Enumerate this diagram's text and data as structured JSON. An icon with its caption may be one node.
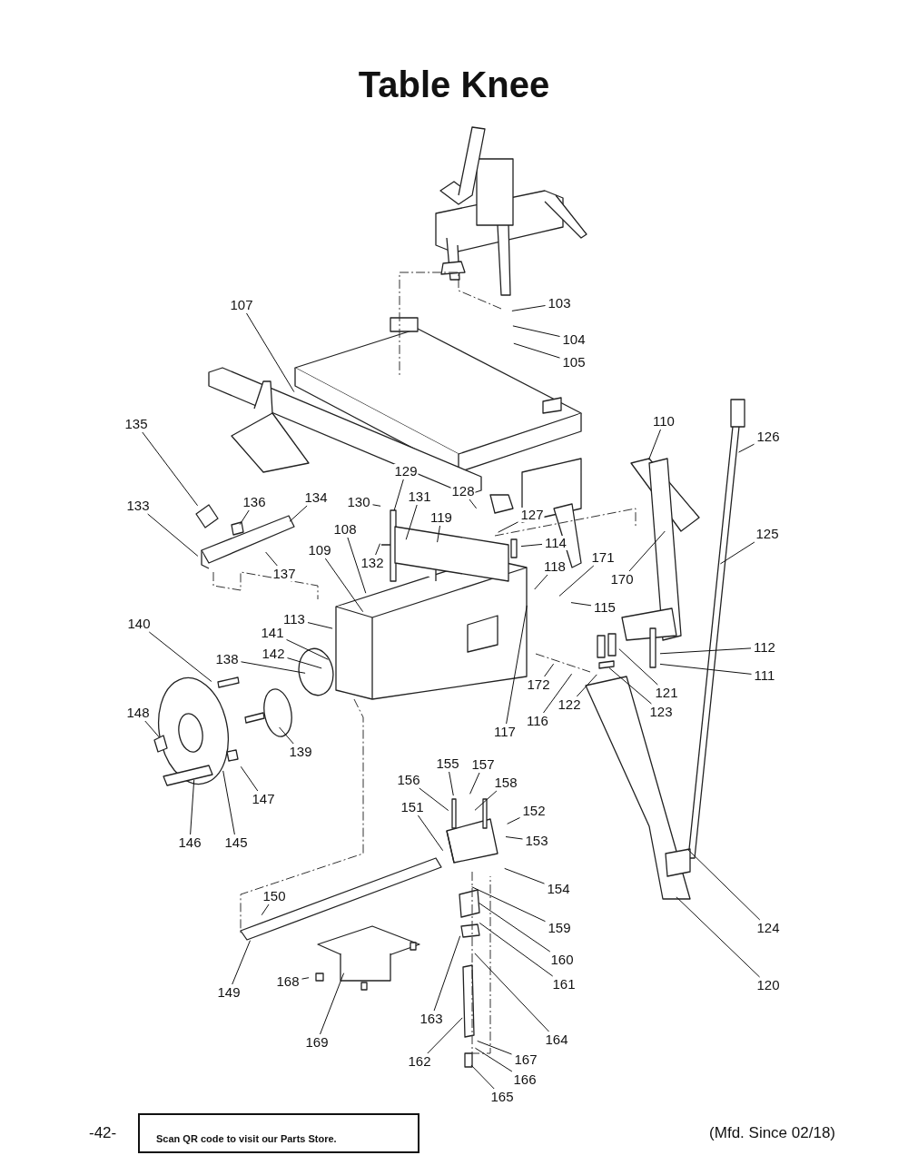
{
  "diagram": {
    "title": "Table Knee",
    "nodes": [
      {
        "text": [
          "103"
        ]
      },
      {
        "text": [
          "104"
        ]
      },
      {
        "text": [
          "105"
        ]
      },
      {
        "text": [
          "107"
        ]
      },
      {
        "text": [
          "135"
        ]
      },
      {
        "text": [
          "136"
        ]
      },
      {
        "text": [
          "134"
        ]
      },
      {
        "text": [
          "133"
        ]
      },
      {
        "text": [
          "137"
        ]
      },
      {
        "text": [
          "129"
        ]
      },
      {
        "text": [
          "130"
        ]
      },
      {
        "text": [
          "131"
        ]
      },
      {
        "text": [
          "128"
        ]
      },
      {
        "text": [
          "119"
        ]
      },
      {
        "text": [
          "127"
        ]
      },
      {
        "text": [
          "108"
        ]
      },
      {
        "text": [
          "132"
        ]
      },
      {
        "text": [
          "109"
        ]
      },
      {
        "text": [
          "114"
        ]
      },
      {
        "text": [
          "118"
        ]
      },
      {
        "text": [
          "171"
        ]
      },
      {
        "text": [
          "115"
        ]
      },
      {
        "text": [
          "170"
        ]
      },
      {
        "text": [
          "110"
        ]
      },
      {
        "text": [
          "126"
        ]
      },
      {
        "text": [
          "125"
        ]
      },
      {
        "text": [
          "113"
        ]
      },
      {
        "text": [
          "140"
        ]
      },
      {
        "text": [
          "141"
        ]
      },
      {
        "text": [
          "142"
        ]
      },
      {
        "text": [
          "138"
        ]
      },
      {
        "text": [
          "148"
        ]
      },
      {
        "text": [
          "139"
        ]
      },
      {
        "text": [
          "147"
        ]
      },
      {
        "text": [
          "146"
        ]
      },
      {
        "text": [
          "145"
        ]
      },
      {
        "text": [
          "112"
        ]
      },
      {
        "text": [
          "111"
        ]
      },
      {
        "text": [
          "121"
        ]
      },
      {
        "text": [
          "123"
        ]
      },
      {
        "text": [
          "122"
        ]
      },
      {
        "text": [
          "172"
        ]
      },
      {
        "text": [
          "116"
        ]
      },
      {
        "text": [
          "117"
        ]
      },
      {
        "text": [
          "155"
        ]
      },
      {
        "text": [
          "157"
        ]
      },
      {
        "text": [
          "156"
        ]
      },
      {
        "text": [
          "158"
        ]
      },
      {
        "text": [
          "151"
        ]
      },
      {
        "text": [
          "152"
        ]
      },
      {
        "text": [
          "153"
        ]
      },
      {
        "text": [
          "154"
        ]
      },
      {
        "text": [
          "159"
        ]
      },
      {
        "text": [
          "150"
        ]
      },
      {
        "text": [
          "160"
        ]
      },
      {
        "text": [
          "161"
        ]
      },
      {
        "text": [
          "149"
        ]
      },
      {
        "text": [
          "168"
        ]
      },
      {
        "text": [
          "169"
        ]
      },
      {
        "text": [
          "163"
        ]
      },
      {
        "text": [
          "164"
        ]
      },
      {
        "text": [
          "162"
        ]
      },
      {
        "text": [
          "167"
        ]
      },
      {
        "text": [
          "166"
        ]
      },
      {
        "text": [
          "165"
        ]
      },
      {
        "text": [
          "124"
        ]
      },
      {
        "text": [
          "120"
        ]
      }
    ],
    "edges": [
      {
        "from": 0,
        "to": null,
        "arrow": "none"
      },
      {
        "from": 1,
        "to": null,
        "arrow": "none"
      },
      {
        "from": 2,
        "to": null,
        "arrow": "none"
      },
      {
        "from": 3,
        "to": null,
        "arrow": "none"
      },
      {
        "from": 4,
        "to": null,
        "arrow": "none"
      },
      {
        "from": 5,
        "to": null,
        "arrow": "none"
      },
      {
        "from": 6,
        "to": null,
        "arrow": "none"
      },
      {
        "from": 7,
        "to": null,
        "arrow": "none"
      },
      {
        "from": 8,
        "to": null,
        "arrow": "none"
      },
      {
        "from": 9,
        "to": null,
        "arrow": "none"
      },
      {
        "from": 10,
        "to": null,
        "arrow": "none"
      },
      {
        "from": 11,
        "to": null,
        "arrow": "none"
      },
      {
        "from": 12,
        "to": null,
        "arrow": "none"
      },
      {
        "from": 13,
        "to": null,
        "arrow": "none"
      },
      {
        "from": 14,
        "to": null,
        "arrow": "none"
      },
      {
        "from": 15,
        "to": null,
        "arrow": "none"
      },
      {
        "from": 16,
        "to": null,
        "arrow": "none"
      },
      {
        "from": 17,
        "to": null,
        "arrow": "none"
      },
      {
        "from": 18,
        "to": null,
        "arrow": "none"
      },
      {
        "from": 19,
        "to": null,
        "arrow": "none"
      },
      {
        "from": 20,
        "to": null,
        "arrow": "none"
      },
      {
        "from": 21,
        "to": null,
        "arrow": "none"
      },
      {
        "from": 22,
        "to": null,
        "arrow": "none"
      },
      {
        "from": 23,
        "to": null,
        "arrow": "none"
      },
      {
        "from": 24,
        "to": null,
        "arrow": "none"
      },
      {
        "from": 25,
        "to": null,
        "arrow": "none"
      },
      {
        "from": 26,
        "to": null,
        "arrow": "none"
      },
      {
        "from": 27,
        "to": null,
        "arrow": "none"
      },
      {
        "from": 28,
        "to": null,
        "arrow": "none"
      },
      {
        "from": 29,
        "to": null,
        "arrow": "none"
      },
      {
        "from": 30,
        "to": null,
        "arrow": "none"
      },
      {
        "from": 31,
        "to": null,
        "arrow": "none"
      },
      {
        "from": 32,
        "to": null,
        "arrow": "none"
      },
      {
        "from": 33,
        "to": null,
        "arrow": "none"
      },
      {
        "from": 34,
        "to": null,
        "arrow": "none"
      },
      {
        "from": 35,
        "to": null,
        "arrow": "none"
      },
      {
        "from": 36,
        "to": null,
        "arrow": "none"
      },
      {
        "from": 37,
        "to": null,
        "arrow": "none"
      },
      {
        "from": 38,
        "to": null,
        "arrow": "none"
      },
      {
        "from": 39,
        "to": null,
        "arrow": "none"
      },
      {
        "from": 40,
        "to": null,
        "arrow": "none"
      },
      {
        "from": 41,
        "to": null,
        "arrow": "none"
      },
      {
        "from": 42,
        "to": null,
        "arrow": "none"
      },
      {
        "from": 43,
        "to": null,
        "arrow": "none"
      },
      {
        "from": 44,
        "to": null,
        "arrow": "none"
      },
      {
        "from": 45,
        "to": null,
        "arrow": "none"
      },
      {
        "from": 46,
        "to": null,
        "arrow": "none"
      },
      {
        "from": 47,
        "to": null,
        "arrow": "none"
      },
      {
        "from": 48,
        "to": null,
        "arrow": "none"
      },
      {
        "from": 49,
        "to": null,
        "arrow": "none"
      },
      {
        "from": 50,
        "to": null,
        "arrow": "none"
      },
      {
        "from": 51,
        "to": null,
        "arrow": "none"
      },
      {
        "from": 52,
        "to": null,
        "arrow": "none"
      },
      {
        "from": 53,
        "to": null,
        "arrow": "none"
      },
      {
        "from": 54,
        "to": null,
        "arrow": "none"
      },
      {
        "from": 55,
        "to": null,
        "arrow": "none"
      },
      {
        "from": 56,
        "to": null,
        "arrow": "none"
      },
      {
        "from": 57,
        "to": null,
        "arrow": "none"
      },
      {
        "from": 58,
        "to": null,
        "arrow": "none"
      },
      {
        "from": 59,
        "to": null,
        "arrow": "none"
      },
      {
        "from": 60,
        "to": null,
        "arrow": "none"
      },
      {
        "from": 61,
        "to": null,
        "arrow": "none"
      },
      {
        "from": 62,
        "to": null,
        "arrow": "none"
      },
      {
        "from": 63,
        "to": null,
        "arrow": "none"
      },
      {
        "from": 64,
        "to": null,
        "arrow": "none"
      },
      {
        "from": 65,
        "to": null,
        "arrow": "none"
      },
      {
        "from": 66,
        "to": null,
        "arrow": "none"
      }
    ],
    "labels": [
      "-42-",
      "Scan QR code to visit our Parts Store.",
      "(Mfd. Since 02/18)"
    ]
  }
}
